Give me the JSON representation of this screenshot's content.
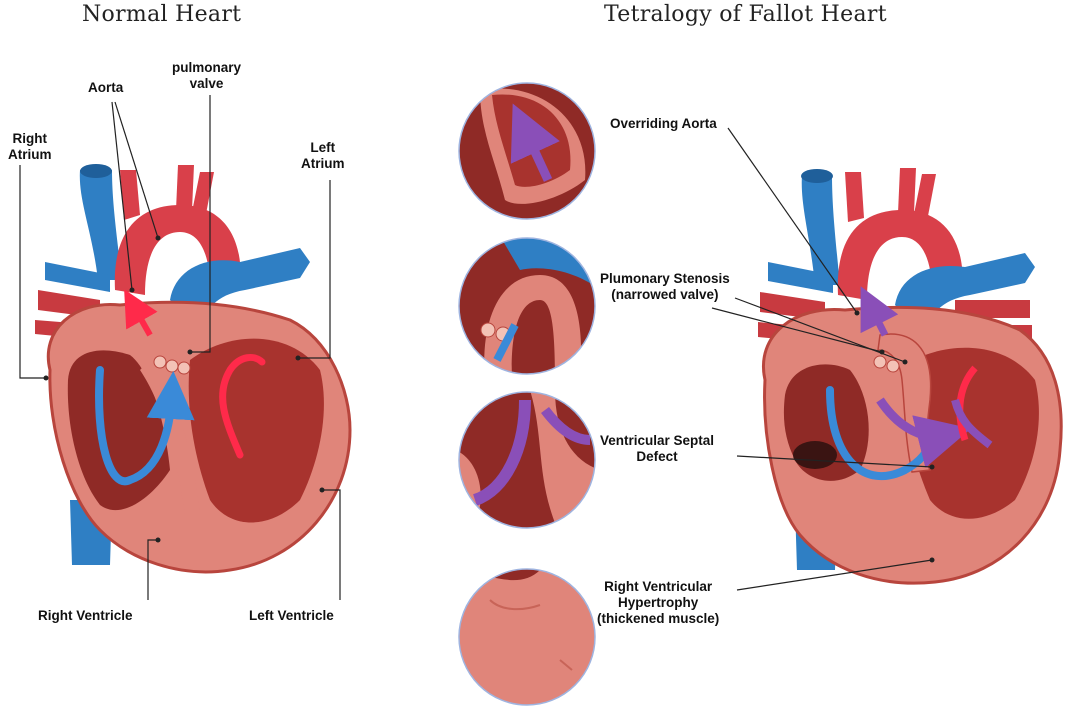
{
  "titles": {
    "normal": "Normal Heart",
    "tof": "Tetralogy of Fallot Heart"
  },
  "normal_labels": {
    "aorta": "Aorta",
    "pulmonary_valve": [
      "pulmonary",
      "valve"
    ],
    "right_atrium": [
      "Right",
      "Atrium"
    ],
    "left_atrium": [
      "Left",
      "Atrium"
    ],
    "right_ventricle": "Right Ventricle",
    "left_ventricle": "Left Ventricle"
  },
  "tof_labels": {
    "overriding_aorta": "Overriding Aorta",
    "pulmonary_stenosis": [
      "Plumonary Stenosis",
      "(narrowed valve)"
    ],
    "vsd": [
      "Ventricular Septal",
      "Defect"
    ],
    "rvh": [
      "Right Ventricular",
      "Hypertrophy",
      "(thickened muscle)"
    ]
  },
  "colors": {
    "muscle": "#e0857a",
    "muscle_dark": "#b8453d",
    "cavity": "#8f2a26",
    "artery": "#d9404a",
    "vein": "#2f7fc4",
    "oxygen_flow": "#ff2a4a",
    "deoxy_flow": "#3a8ad8",
    "mixed_flow": "#8a4fb8"
  }
}
